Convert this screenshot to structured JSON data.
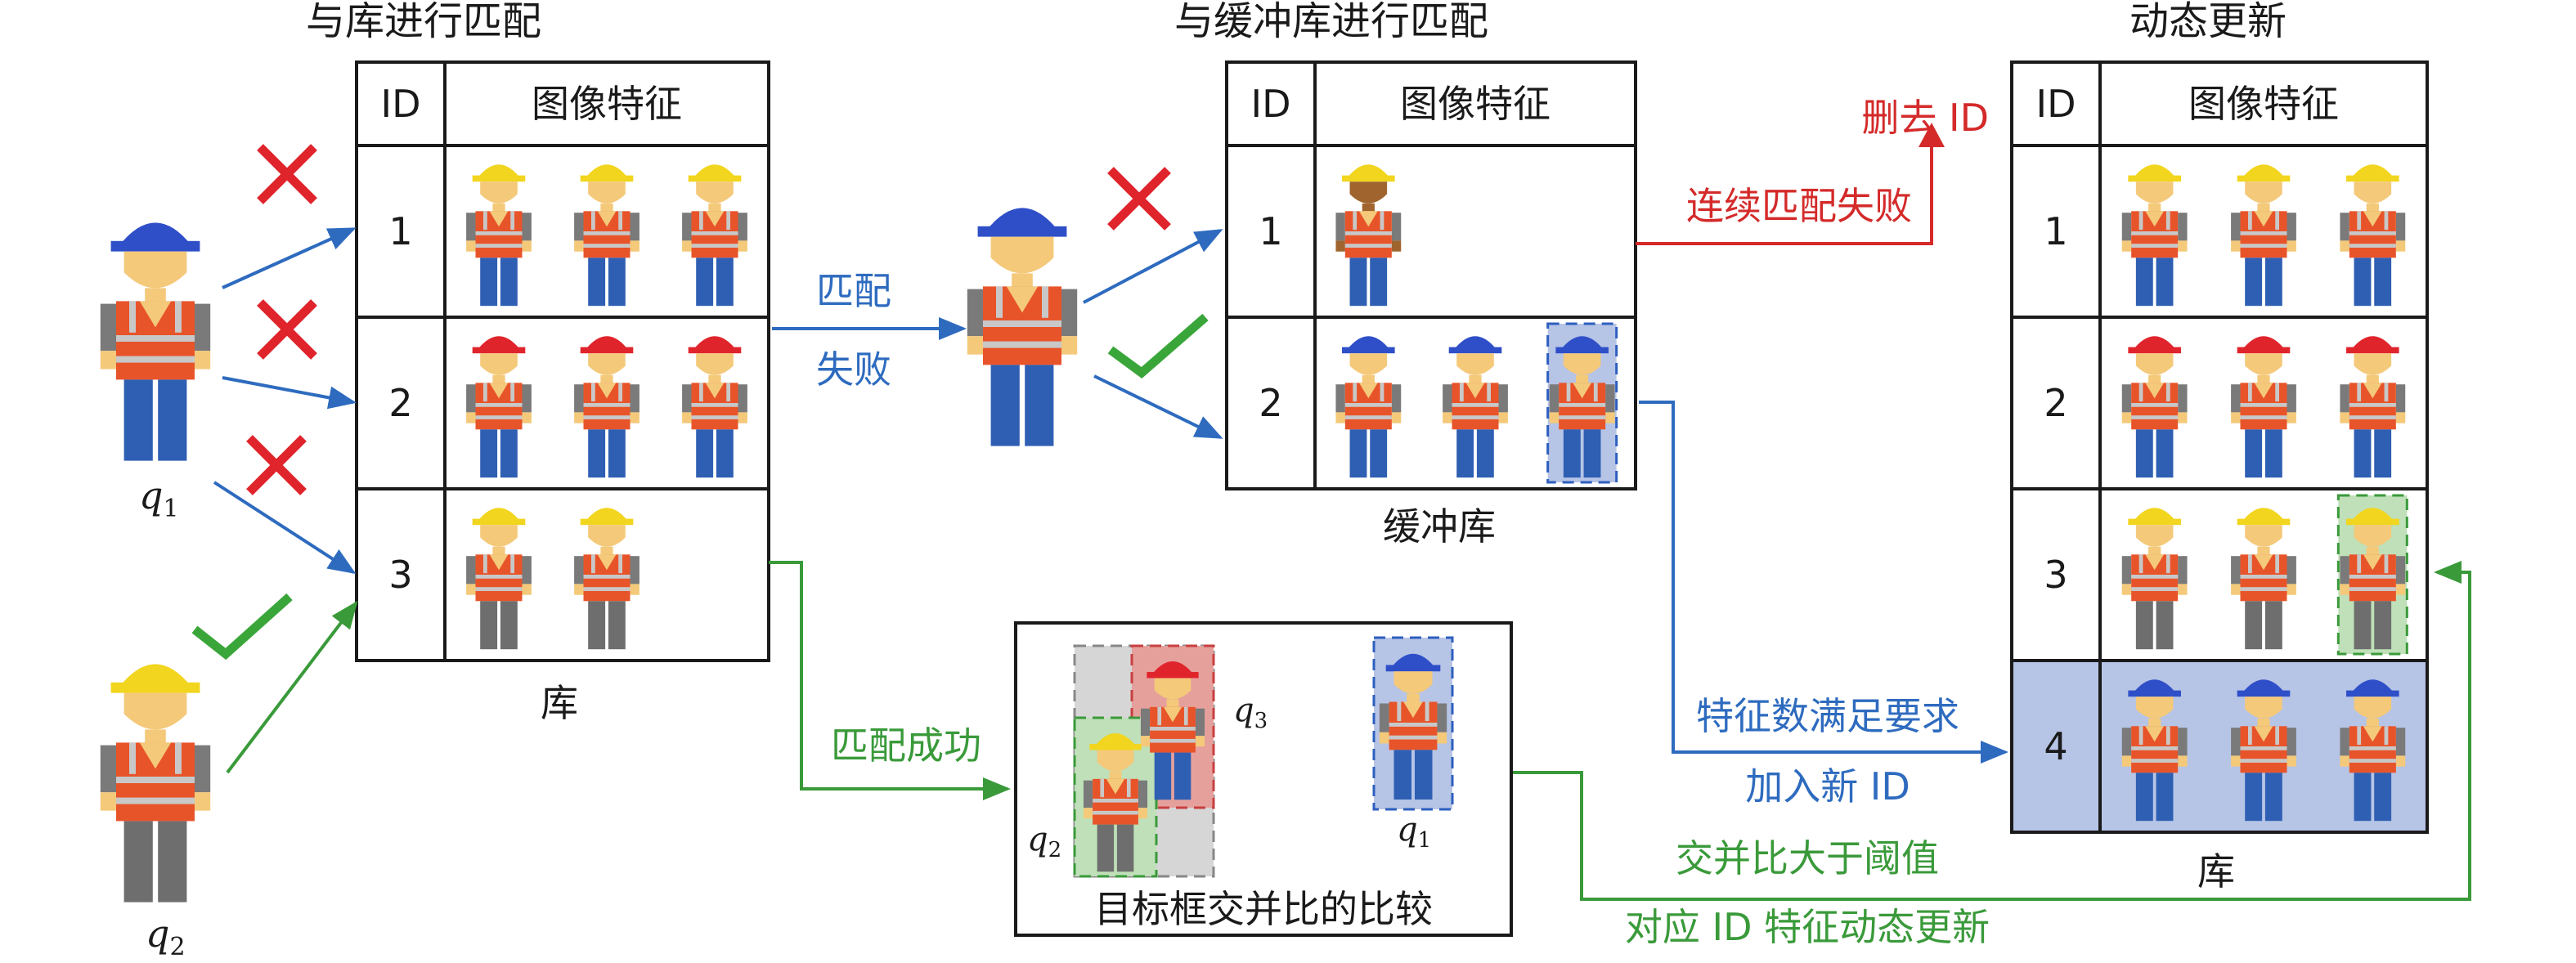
{
  "titles": {
    "match_library": "与库进行匹配",
    "match_buffer": "与缓冲库进行匹配",
    "dynamic_update": "动态更新"
  },
  "table_headers": {
    "id": "ID",
    "feature": "图像特征"
  },
  "library_left": {
    "caption": "库",
    "rows": [
      {
        "id": "1",
        "helmet": "#f2d51e",
        "pants": "#2f5fb3",
        "count": 3
      },
      {
        "id": "2",
        "helmet": "#e0242c",
        "pants": "#2f5fb3",
        "count": 3
      },
      {
        "id": "3",
        "helmet": "#f2d51e",
        "pants": "#6e6e6e",
        "count": 2
      }
    ]
  },
  "buffer_library": {
    "caption": "缓冲库",
    "rows": [
      {
        "id": "1",
        "helmet": "#f2d51e",
        "pants": "#2f5fb3",
        "count": 1
      },
      {
        "id": "2",
        "helmet": "#2f4fc8",
        "pants": "#2f5fb3",
        "count": 3
      }
    ]
  },
  "library_right": {
    "caption": "库",
    "rows": [
      {
        "id": "1",
        "helmet": "#f2d51e",
        "pants": "#2f5fb3",
        "count": 3
      },
      {
        "id": "2",
        "helmet": "#e0242c",
        "pants": "#2f5fb3",
        "count": 3
      },
      {
        "id": "3",
        "helmet": "#f2d51e",
        "pants": "#6e6e6e",
        "count": 3
      },
      {
        "id": "4",
        "helmet": "#2f4fc8",
        "pants": "#2f5fb3",
        "count": 3
      }
    ]
  },
  "queries": {
    "q1": "q",
    "q1_sub": "1",
    "q2": "q",
    "q2_sub": "2",
    "q3": "q",
    "q3_sub": "3"
  },
  "labels": {
    "match_fail_1": "匹配",
    "match_fail_2": "失败",
    "delete_id": "删去 ID",
    "consecutive_fail": "连续匹配失败",
    "match_success": "匹配成功",
    "feature_count_ok": "特征数满足要求",
    "add_new_id": "加入新 ID",
    "iou_above": "交并比大于阈值",
    "feature_update": "对应 ID 特征动态更新",
    "bbox_compare": "目标框交并比的比较"
  },
  "colors": {
    "blue_arrow": "#2e6bbf",
    "green_arrow": "#3a9a3a",
    "red_arrow": "#d42a2a",
    "cross": "#e0242c",
    "check": "#3aa63a",
    "highlight_blue": "#b6c4e6",
    "highlight_green": "#bfe0b8",
    "highlight_red": "#e6a09c"
  }
}
